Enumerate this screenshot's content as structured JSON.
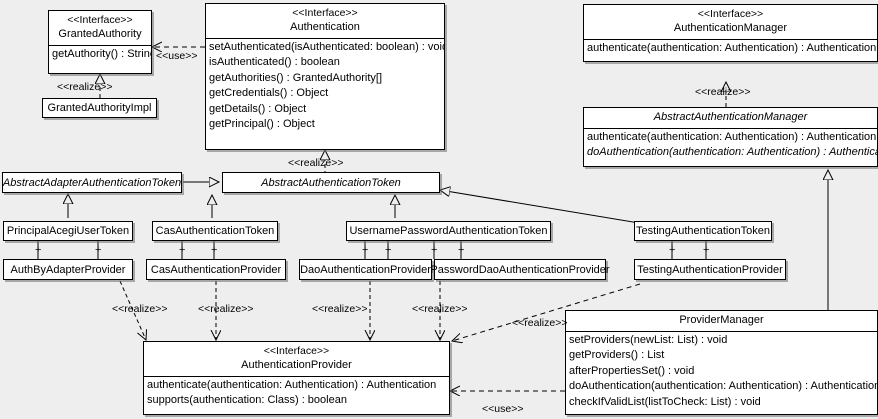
{
  "diagram": {
    "type": "uml-class-diagram",
    "background": "#eeeeee",
    "box_fill": "#ffffff",
    "line_color": "#000000"
  },
  "stereotypes": {
    "interface": "<<Interface>>",
    "realize": "<<realize>>",
    "use": "<<use>>"
  },
  "classes": {
    "granted_authority": {
      "stereotype": "<<Interface>>",
      "name": "GrantedAuthority",
      "operations": [
        "getAuthority() : String"
      ]
    },
    "granted_authority_impl": {
      "name": "GrantedAuthorityImpl",
      "operations": []
    },
    "authentication": {
      "stereotype": "<<Interface>>",
      "name": "Authentication",
      "operations": [
        "setAuthenticated(isAuthenticated: boolean) : void",
        "isAuthenticated() : boolean",
        "getAuthorities() : GrantedAuthority[]",
        "getCredentials() : Object",
        "getDetails() : Object",
        "getPrincipal() : Object"
      ]
    },
    "authentication_manager": {
      "stereotype": "<<Interface>>",
      "name": "AuthenticationManager",
      "operations": [
        "authenticate(authentication: Authentication) : Authentication"
      ]
    },
    "abstract_authentication_manager": {
      "name": "AbstractAuthenticationManager",
      "abstract": true,
      "operations": [
        "authenticate(authentication: Authentication) : Authentication",
        "doAuthentication(authentication: Authentication) : Authentication"
      ],
      "abstract_operations": [
        1
      ]
    },
    "abstract_adapter_authentication_token": {
      "name": "AbstractAdapterAuthenticationToken",
      "abstract": true,
      "operations": []
    },
    "abstract_authentication_token": {
      "name": "AbstractAuthenticationToken",
      "abstract": true,
      "operations": []
    },
    "principal_acegi_user_token": {
      "name": "PrincipalAcegiUserToken",
      "operations": []
    },
    "cas_authentication_token": {
      "name": "CasAuthenticationToken",
      "operations": []
    },
    "username_password_authentication_token": {
      "name": "UsernamePasswordAuthenticationToken",
      "operations": []
    },
    "testing_authentication_token": {
      "name": "TestingAuthenticationToken",
      "operations": []
    },
    "auth_by_adapter_provider": {
      "name": "AuthByAdapterProvider",
      "operations": []
    },
    "cas_authentication_provider": {
      "name": "CasAuthenticationProvider",
      "operations": []
    },
    "dao_authentication_provider": {
      "name": "DaoAuthenticationProvider",
      "operations": []
    },
    "password_dao_authentication_provider": {
      "name": "PasswordDaoAuthenticationProvider",
      "operations": []
    },
    "testing_authentication_provider": {
      "name": "TestingAuthenticationProvider",
      "operations": []
    },
    "authentication_provider": {
      "stereotype": "<<Interface>>",
      "name": "AuthenticationProvider",
      "operations": [
        "authenticate(authentication: Authentication) : Authentication",
        "supports(authentication: Class) : boolean"
      ]
    },
    "provider_manager": {
      "name": "ProviderManager",
      "operations": [
        "setProviders(newList: List) : void",
        "getProviders() : List",
        "afterPropertiesSet() : void",
        "doAuthentication(authentication: Authentication) : Authentication",
        "checkIfValidList(listToCheck: List) : void"
      ]
    }
  },
  "edge_labels": {
    "use_authentication_granted_authority": "<<use>>",
    "realize_granted_authority_impl": "<<realize>>",
    "realize_abstract_authentication_token": "<<realize>>",
    "realize_auth_by_adapter_provider": "<<realize>>",
    "realize_cas_authentication_provider": "<<realize>>",
    "realize_dao_authentication_provider": "<<realize>>",
    "realize_password_dao_authentication_provider": "<<realize>>",
    "realize_testing_authentication_provider": "<<realize>>",
    "realize_abstract_authentication_manager": "<<realize>>",
    "use_provider_manager_authentication_provider": "<<use>>"
  },
  "multiplicities": {
    "plus": "+",
    "markers": [
      {
        "id": "principal-acegi-left",
        "label": "+"
      },
      {
        "id": "principal-acegi-right",
        "label": "+"
      },
      {
        "id": "cas-token-left",
        "label": "+"
      },
      {
        "id": "cas-token-right",
        "label": "+"
      },
      {
        "id": "userpass-token-a",
        "label": "+"
      },
      {
        "id": "userpass-token-b",
        "label": "+"
      },
      {
        "id": "userpass-token-c",
        "label": "+"
      },
      {
        "id": "userpass-token-d",
        "label": "+"
      },
      {
        "id": "testing-token-left",
        "label": "+"
      },
      {
        "id": "testing-token-right",
        "label": "+"
      }
    ]
  }
}
